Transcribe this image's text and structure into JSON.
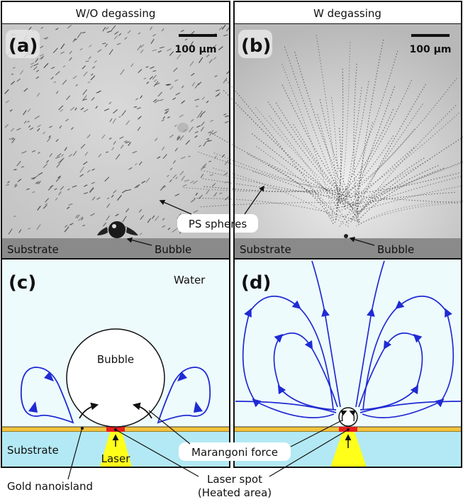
{
  "panels": {
    "a": {
      "letter": "a",
      "header": "W/O degassing",
      "scale": "100 μm",
      "substrate": "Substrate"
    },
    "b": {
      "letter": "b",
      "header": "W degassing",
      "scale": "100 μm",
      "substrate": "Substrate",
      "bubble": "Bubble"
    },
    "c": {
      "letter": "c",
      "water": "Water",
      "bubble": "Bubble",
      "substrate": "Substrate",
      "laser": "Laser"
    },
    "d": {
      "letter": "d"
    }
  },
  "callouts": {
    "ps_spheres": "PS spheres",
    "bubble": "Bubble",
    "marangoni": "Marangoni force",
    "laser_spot_1": "Laser spot",
    "laser_spot_2": "(Heated area)",
    "gold": "Gold nanoisland"
  },
  "colors": {
    "water": "#eefbfd",
    "substrate_blue": "#b3e9f4",
    "gold": "#f2c23b",
    "laser": "#ffff1a",
    "heated": "#e81e1e",
    "flow": "#1f2bd3",
    "substrate_gray": "#8a8a8a"
  }
}
